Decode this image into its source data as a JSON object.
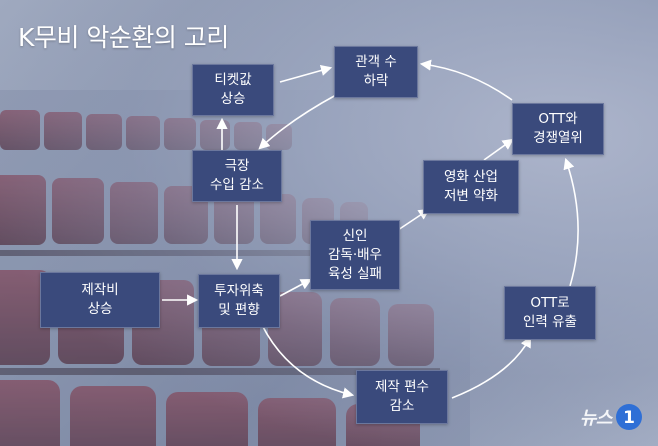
{
  "title": "K무비 악순환의 고리",
  "nodes": {
    "ticket": "티켓값\n상승",
    "audience": "관객 수\n하락",
    "ott_compete": "OTT와\n경쟁열위",
    "theater": "극장\n수입 감소",
    "film_industry": "영화 산업\n저변 약화",
    "newcomer": "신인\n감독·배우\n육성 실패",
    "cost": "제작비\n상승",
    "invest": "투자위축\n및 편향",
    "ott_talent": "OTT로\n인력 유출",
    "production": "제작 편수\n감소"
  },
  "brand": {
    "text": "뉴스",
    "logo_glyph": "1"
  },
  "colors": {
    "node_bg": "#3a4a7c",
    "arrow": "#ffffff",
    "logo_blue": "#2f6fd6"
  }
}
